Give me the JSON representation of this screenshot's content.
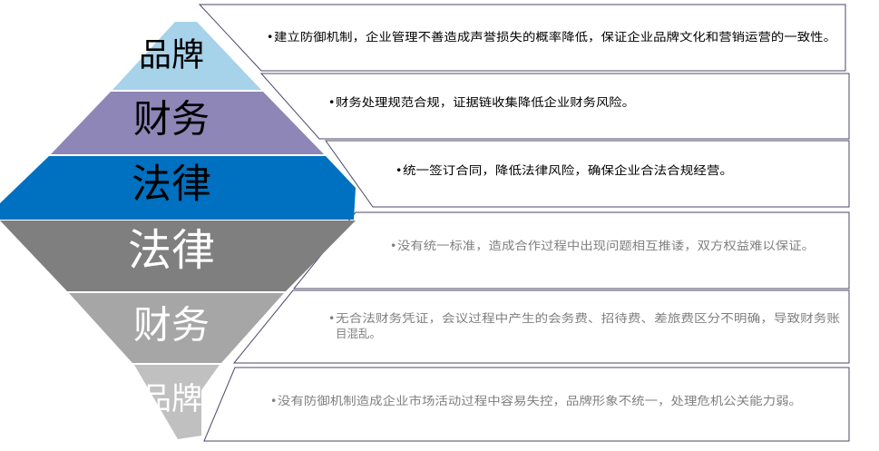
{
  "colors": {
    "brand_top": "#a6d2ea",
    "finance_top": "#8d86b7",
    "legal_top": "#0070c0",
    "legal_bottom": "#7f7f7f",
    "finance_bottom": "#a6a6a6",
    "brand_bottom": "#c0c0c0",
    "box_border": "#4a4a6a",
    "text_dark": "#000000",
    "text_gray": "#7f7f7f"
  },
  "levels": [
    {
      "label": "品牌",
      "label_color": "#000000",
      "bullet": "•",
      "text": "建立防御机制，企业管理不善造成声誉损失的概率降低，保证企业品牌文化和营销运营的一致性。"
    },
    {
      "label": "财务",
      "label_color": "#000000",
      "bullet": "•",
      "text": "财务处理规范合规，证据链收集降低企业财务风险。"
    },
    {
      "label": "法律",
      "label_color": "#000000",
      "bullet": "•",
      "text": "统一签订合同，降低法律风险，确保企业合法合规经营。"
    },
    {
      "label": "法律",
      "label_color": "#ffffff",
      "bullet": "•",
      "text": "没有统一标准，造成合作过程中出现问题相互推诿，双方权益难以保证。"
    },
    {
      "label": "财务",
      "label_color": "#ffffff",
      "bullet": "•",
      "text_line1": "无合法财务凭证，会议过程中产生的会务费、招待费、差旅费区分不明确，导致财务账",
      "text_line2": "目混乱。"
    },
    {
      "label": "品牌",
      "label_color": "#ffffff",
      "bullet": "•",
      "text": "没有防御机制造成企业市场活动过程中容易失控，品牌形象不统一，处理危机公关能力弱。"
    }
  ]
}
